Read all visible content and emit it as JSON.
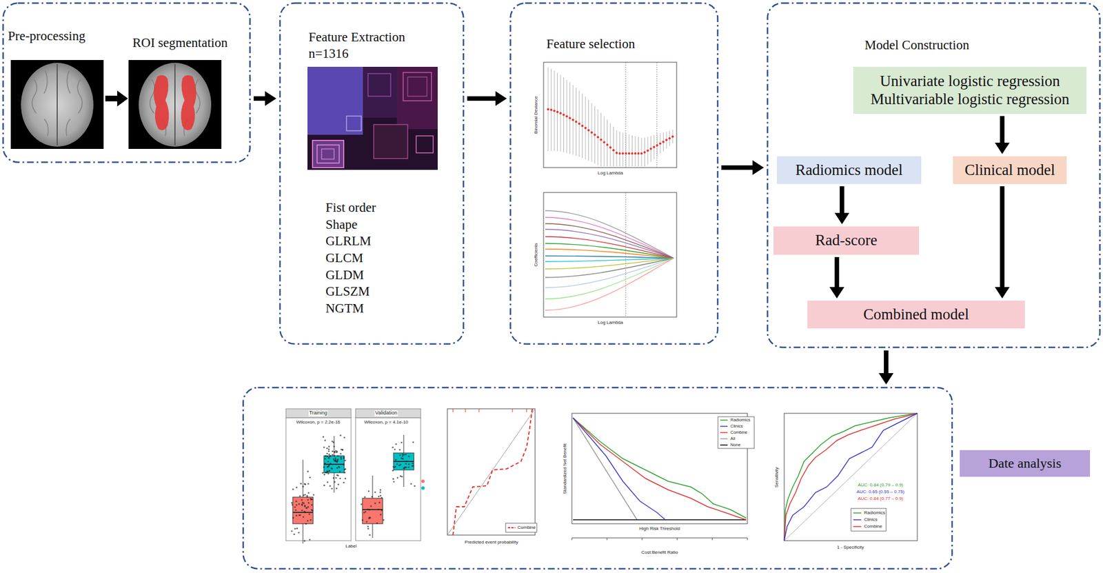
{
  "diagram": {
    "nodes": [
      {
        "text": [
          "Pre-processing",
          "ROI segmentation"
        ]
      },
      {
        "text": [
          "Feature Extraction n=1316",
          "Fist order",
          "Shape",
          "GLRLM",
          "GLCM",
          "GLDM",
          "GLSZM",
          "NGTM"
        ]
      },
      {
        "text": [
          "Feature selection"
        ]
      },
      {
        "text": [
          "Model Construction"
        ]
      },
      {
        "text": [
          "Univariate logistic regression",
          "Multivariable logistic regression"
        ],
        "in": 3
      },
      {
        "text": [
          "Radiomics model"
        ],
        "in": 3
      },
      {
        "text": [
          "Clinical model"
        ],
        "in": 3
      },
      {
        "text": [
          "Rad-score"
        ],
        "in": 3
      },
      {
        "text": [
          "Combined model"
        ],
        "in": 3
      },
      {
        "text": [
          "Training",
          "Validation",
          "Wilcoxon, p = 2.2e-16",
          "Wilcoxon, p = 4.1e-10",
          "AUC: 0.84 (0.79 – 0.9)",
          "AUC: 0.65 (0.55 – 0.75)",
          "AUC: 0.84 (0.77 – 0.9)"
        ]
      },
      {
        "text": [
          "Date analysis"
        ]
      }
    ],
    "edges": [
      {
        "from": 0,
        "to": 1,
        "arrow": "to"
      },
      {
        "from": 1,
        "to": 2,
        "arrow": "to"
      },
      {
        "from": 2,
        "to": 3,
        "arrow": "to"
      },
      {
        "from": 4,
        "to": 6,
        "arrow": "to"
      },
      {
        "from": 5,
        "to": 7,
        "arrow": "to"
      },
      {
        "from": 7,
        "to": 8,
        "arrow": "to"
      },
      {
        "from": 6,
        "to": 8,
        "arrow": "to"
      },
      {
        "from": 3,
        "to": 9,
        "arrow": "to"
      }
    ],
    "labels": [
      "Binomial Deviance",
      "Log Lambda",
      "Coefficients",
      "Log Lambda",
      "Label",
      "Predicted event probability",
      "Standardized Net Benefit",
      "High Risk Threshold",
      "Cost:Benefit Ratio",
      "Sensitivity",
      "1 - Specificity"
    ],
    "legend": [
      {
        "text": "Combine"
      },
      {
        "text": "Radiomics"
      },
      {
        "text": "Clinics"
      },
      {
        "text": "Combine"
      },
      {
        "text": "All"
      },
      {
        "text": "None"
      },
      {
        "text": "Radiomics"
      },
      {
        "text": "Clinics"
      },
      {
        "text": "Combine"
      }
    ]
  }
}
